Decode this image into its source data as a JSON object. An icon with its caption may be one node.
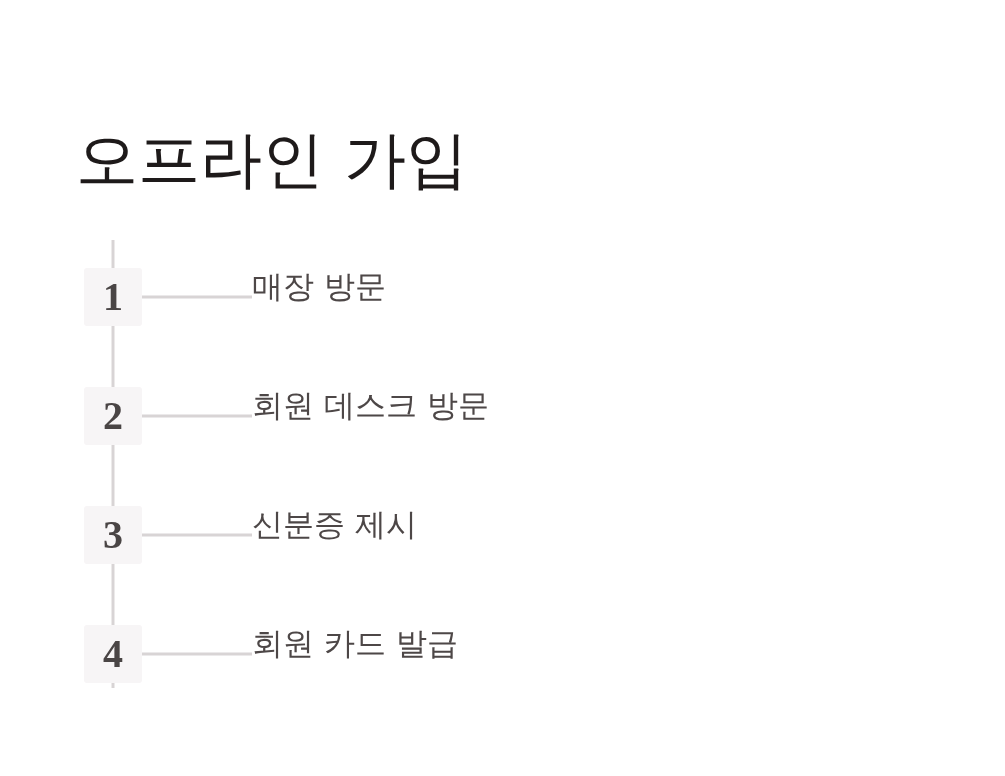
{
  "diagram": {
    "title": "오프라인 가입",
    "nodes": [
      {
        "text": [
          "1"
        ]
      },
      {
        "text": [
          "매장 방문"
        ]
      },
      {
        "text": [
          "2"
        ]
      },
      {
        "text": [
          "회원 데스크 방문"
        ]
      },
      {
        "text": [
          "3"
        ]
      },
      {
        "text": [
          "신분증 제시"
        ]
      },
      {
        "text": [
          "4"
        ]
      },
      {
        "text": [
          "회원 카드 발급"
        ]
      }
    ],
    "edges": [
      {
        "from": 0,
        "to": 1,
        "arrow": "none"
      },
      {
        "from": 0,
        "to": 2,
        "arrow": "none"
      },
      {
        "from": 2,
        "to": 3,
        "arrow": "none"
      },
      {
        "from": 2,
        "to": 4,
        "arrow": "none"
      },
      {
        "from": 4,
        "to": 5,
        "arrow": "none"
      },
      {
        "from": 4,
        "to": 6,
        "arrow": "none"
      },
      {
        "from": 6,
        "to": 7,
        "arrow": "none"
      }
    ]
  }
}
